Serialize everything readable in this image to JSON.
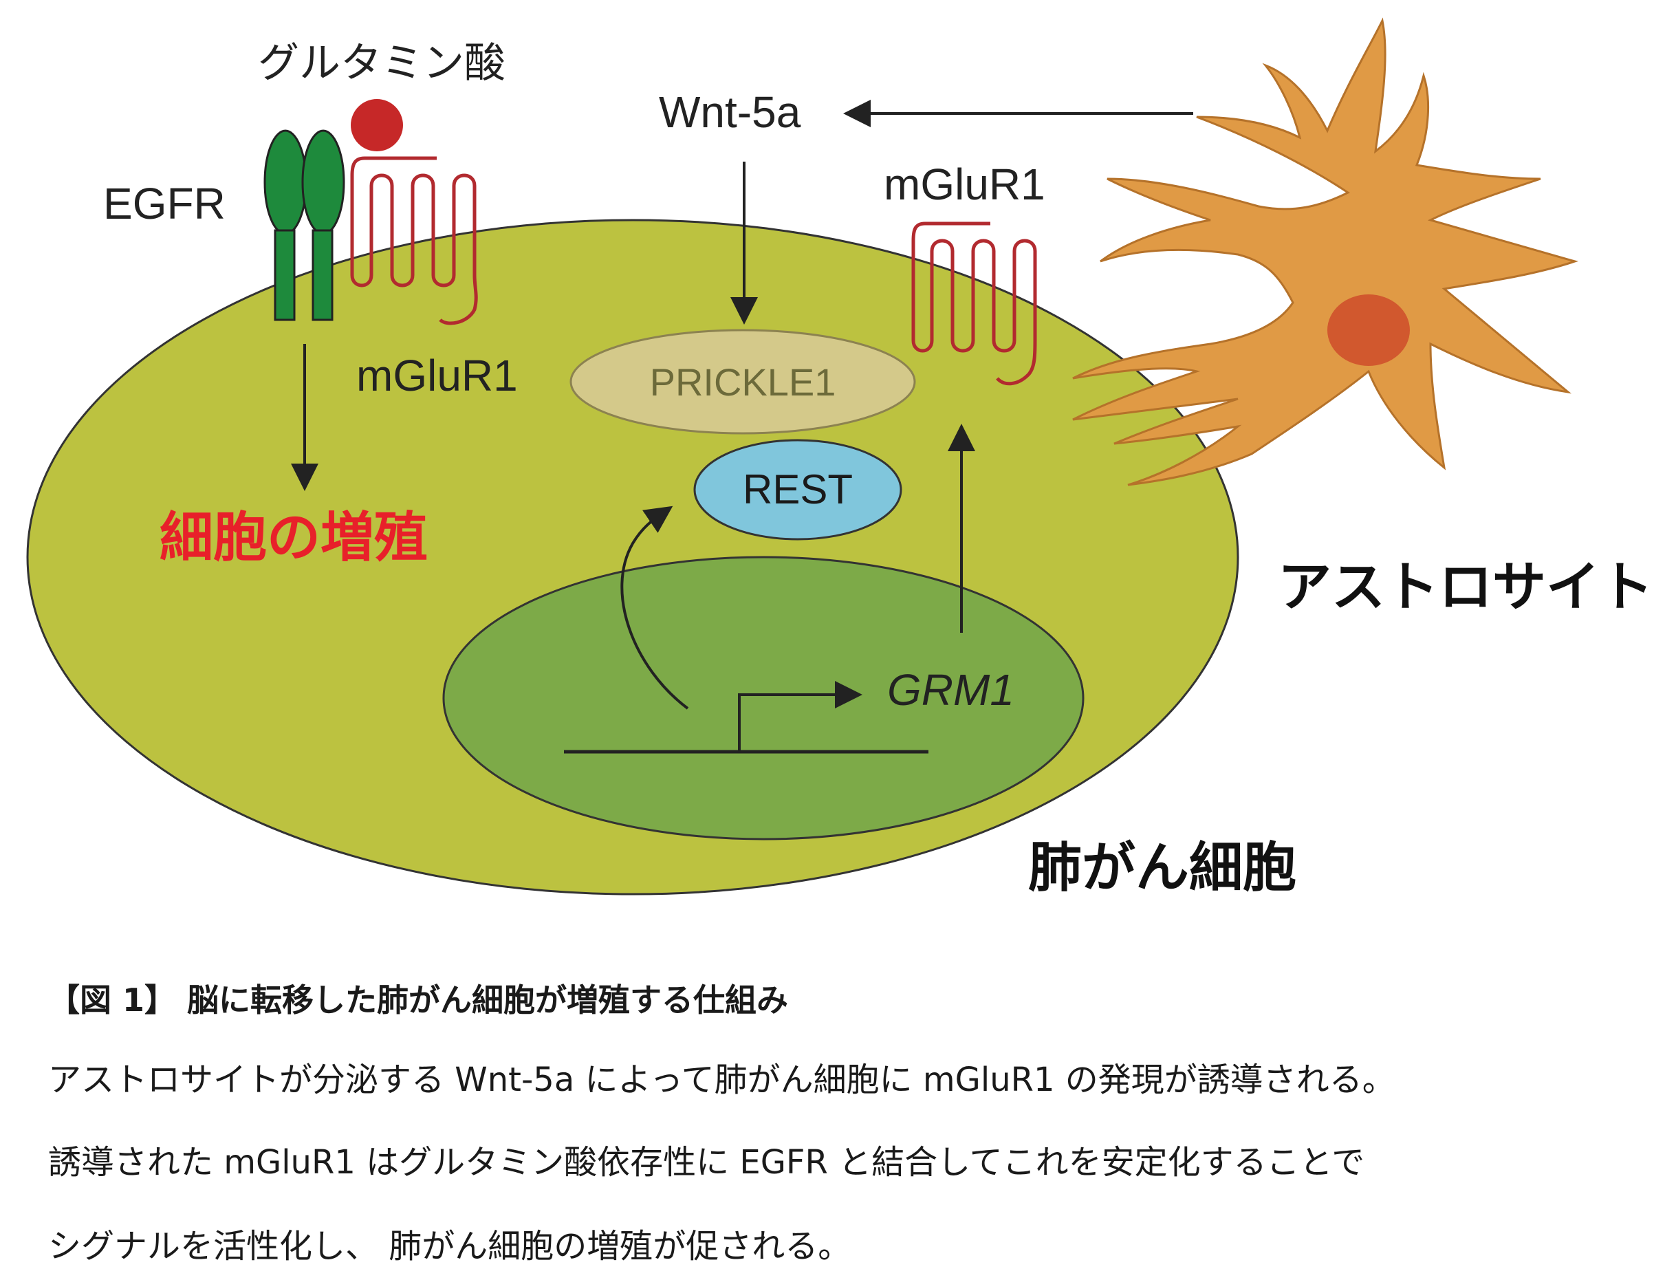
{
  "labels": {
    "glutamate": "グルタミン酸",
    "egfr": "EGFR",
    "mglur1_left": "mGluR1",
    "mglur1_right": "mGluR1",
    "wnt5a": "Wnt-5a",
    "prickle1": "PRICKLE1",
    "rest": "REST",
    "grm1": "GRM1",
    "proliferation": "細胞の増殖",
    "astrocyte": "アストロサイト",
    "lung_cancer_cell": "肺がん細胞"
  },
  "caption": {
    "title": "【図 1】 脳に転移した肺がん細胞が増殖する仕組み",
    "line1": "アストロサイトが分泌する Wnt-5a によって肺がん細胞に mGluR1 の発現が誘導される。",
    "line2": "誘導された mGluR1 はグルタミン酸依存性に EGFR と結合してこれを安定化することで",
    "line3": "シグナルを活性化し、 肺がん細胞の増殖が促される。"
  },
  "colors": {
    "cell_body": "#bcc240",
    "nucleus": "#7daa48",
    "prickle1": "#d4c98a",
    "rest": "#80c6dc",
    "egfr": "#1e8a3c",
    "mglur1": "#b22a2f",
    "glutamate": "#c62828",
    "astrocyte": "#e09a45",
    "astrocyte_nucleus": "#d1582e",
    "proliferation_text": "#e8202a"
  }
}
